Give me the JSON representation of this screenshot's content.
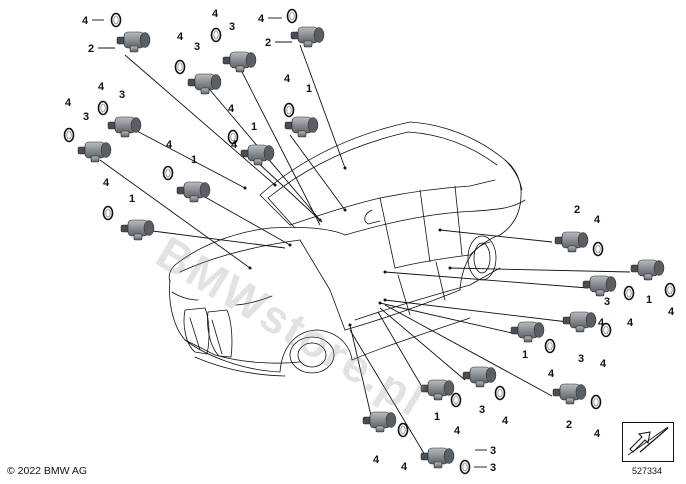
{
  "copyright": "© 2022 BMW AG",
  "diagram_number": "527334",
  "watermark": "BMWstore.pl",
  "icons": {
    "view_indicator": "arrow-view-indicator-icon"
  },
  "callouts": [
    {
      "id": "c1",
      "label": "4"
    },
    {
      "id": "c2",
      "label": "2"
    },
    {
      "id": "c3",
      "label": "4"
    },
    {
      "id": "c4",
      "label": "3"
    },
    {
      "id": "c5",
      "label": "4"
    },
    {
      "id": "c6",
      "label": "2"
    },
    {
      "id": "c7",
      "label": "4"
    },
    {
      "id": "c8",
      "label": "3"
    },
    {
      "id": "c9",
      "label": "4"
    },
    {
      "id": "c10",
      "label": "4"
    },
    {
      "id": "c11",
      "label": "1"
    },
    {
      "id": "c12",
      "label": "4"
    },
    {
      "id": "c13",
      "label": "3"
    },
    {
      "id": "c14",
      "label": "3"
    },
    {
      "id": "c15",
      "label": "4"
    },
    {
      "id": "c16",
      "label": "4"
    },
    {
      "id": "c17",
      "label": "1"
    },
    {
      "id": "c18",
      "label": "4"
    },
    {
      "id": "c19",
      "label": "1"
    },
    {
      "id": "c20",
      "label": "4"
    },
    {
      "id": "c21",
      "label": "1"
    },
    {
      "id": "c22",
      "label": "2"
    },
    {
      "id": "c23",
      "label": "4"
    },
    {
      "id": "c24",
      "label": "4"
    },
    {
      "id": "c25",
      "label": "1"
    },
    {
      "id": "c26",
      "label": "4"
    },
    {
      "id": "c27",
      "label": "3"
    },
    {
      "id": "c28",
      "label": "4"
    },
    {
      "id": "c29",
      "label": "3"
    },
    {
      "id": "c30",
      "label": "4"
    },
    {
      "id": "c31",
      "label": "1"
    },
    {
      "id": "c32",
      "label": "4"
    },
    {
      "id": "c33",
      "label": "3"
    },
    {
      "id": "c34",
      "label": "4"
    },
    {
      "id": "c35",
      "label": "1"
    },
    {
      "id": "c36",
      "label": "4"
    },
    {
      "id": "c37",
      "label": "2"
    },
    {
      "id": "c38",
      "label": "4"
    },
    {
      "id": "c39",
      "label": "4"
    },
    {
      "id": "c40",
      "label": "3"
    },
    {
      "id": "c41",
      "label": "3"
    },
    {
      "id": "c42",
      "label": "4"
    }
  ]
}
